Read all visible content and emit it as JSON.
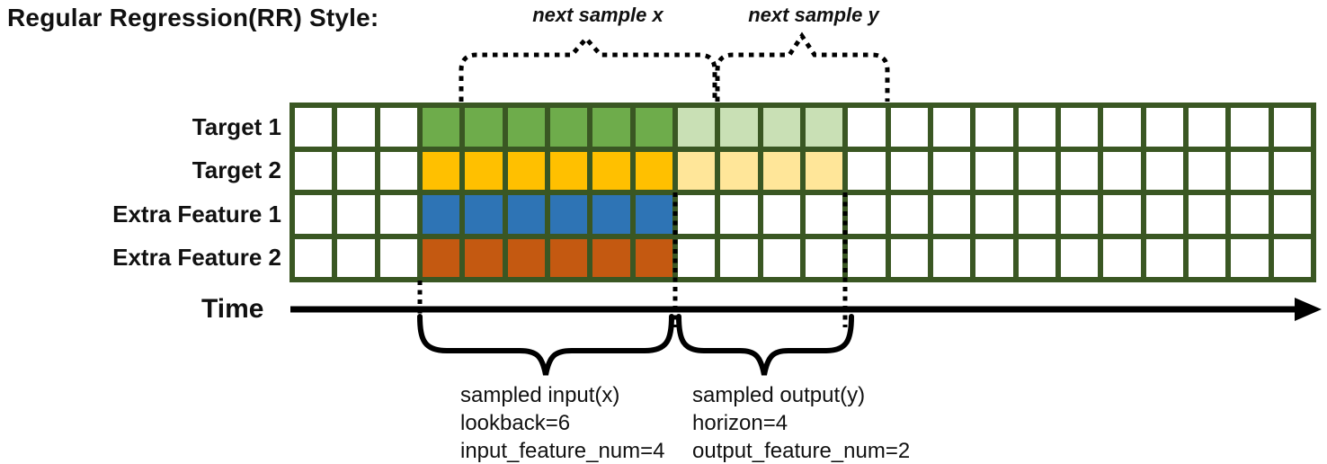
{
  "title": "Regular Regression(RR) Style:",
  "annotations": {
    "next_sample_x": "next sample x",
    "next_sample_y": "next sample y",
    "time_label": "Time",
    "input_lines": [
      "sampled input(x)",
      "lookback=6",
      "input_feature_num=4"
    ],
    "output_lines": [
      "sampled output(y)",
      "horizon=4",
      "output_feature_num=2"
    ]
  },
  "grid": {
    "columns": 24,
    "rows_count": 4,
    "lead_empty_columns": 3,
    "lookback": 6,
    "horizon": 4,
    "rows": [
      {
        "label": "Target 1",
        "input_color": "#6EAC4B",
        "output_color": "#C9E0B5"
      },
      {
        "label": "Target 2",
        "input_color": "#FFC000",
        "output_color": "#FFE699"
      },
      {
        "label": "Extra Feature 1",
        "input_color": "#2E74B5",
        "output_color": null
      },
      {
        "label": "Extra Feature 2",
        "input_color": "#C45911",
        "output_color": null
      }
    ],
    "border_color": "#3A5723",
    "empty_cell_color": "#FFFFFF"
  },
  "colors": {
    "line_color": "#000000",
    "background": "#FFFFFF"
  }
}
